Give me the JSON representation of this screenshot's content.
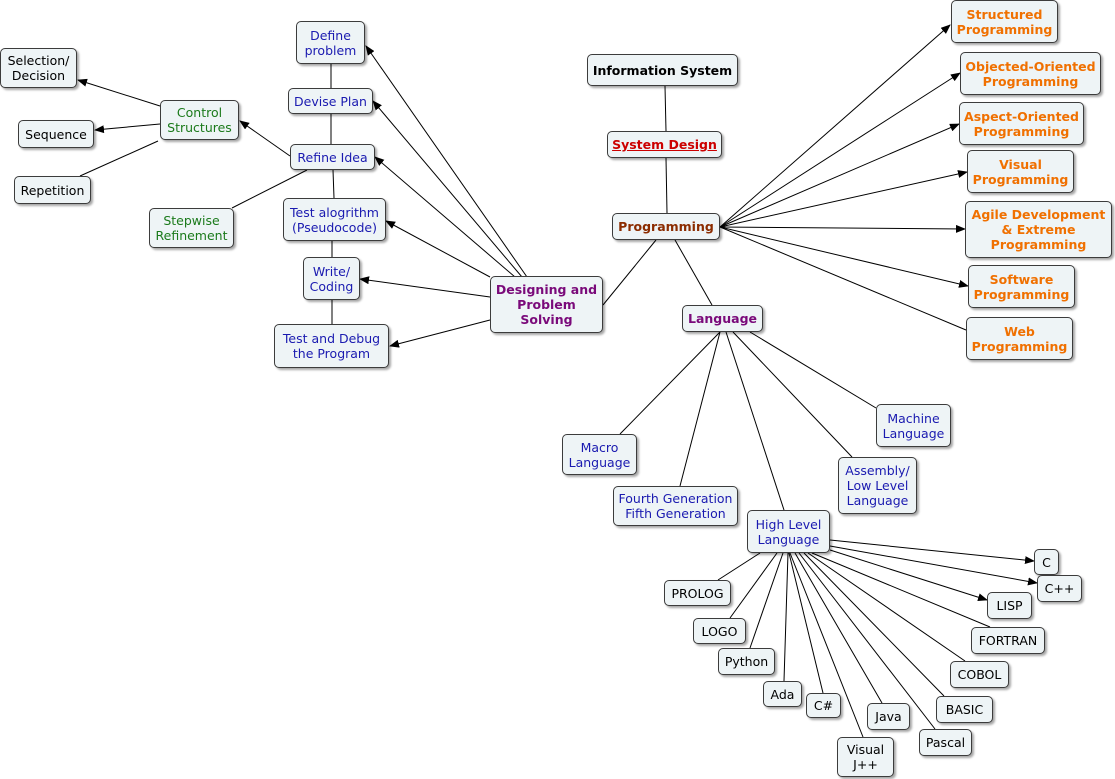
{
  "colors": {
    "node_fill": "#eef4f6",
    "border": "#3c3c3c",
    "orange": "#f07000",
    "blue": "#1a1ab0",
    "green": "#1b7a1b",
    "purple": "#7a0a7a",
    "brown": "#8b2c00",
    "red": "#cc0000"
  },
  "nodes": {
    "information_system": "Information System",
    "system_design": "System Design",
    "programming": "Programming",
    "structured_programming": "Structured\nProgramming",
    "object_oriented_programming": "Objected-Oriented\nProgramming",
    "aspect_oriented_programming": "Aspect-Oriented\nProgramming",
    "visual_programming": "Visual\nProgramming",
    "agile_development": "Agile Development\n& Extreme\nProgramming",
    "software_programming": "Software\nProgramming",
    "web_programming": "Web\nProgramming",
    "designing_problem_solving": "Designing and\nProblem\nSolving",
    "define_problem": "Define\nproblem",
    "devise_plan": "Devise Plan",
    "refine_idea": "Refine Idea",
    "test_algorithm": "Test alogrithm\n(Pseudocode)",
    "write_coding": "Write/\nCoding",
    "test_debug": "Test and Debug\nthe Program",
    "control_structures": "Control\nStructures",
    "selection_decision": "Selection/\nDecision",
    "sequence": "Sequence",
    "repetition": "Repetition",
    "stepwise_refinement": "Stepwise\nRefinement",
    "language": "Language",
    "macro_language": "Macro\nLanguage",
    "fourth_fifth_generation": "Fourth Generation\nFifth Generation",
    "high_level_language": "High Level\nLanguage",
    "assembly_language": "Assembly/\nLow Level\nLanguage",
    "machine_language": "Machine\nLanguage",
    "lang_c": "C",
    "lang_cpp": "C++",
    "lang_lisp": "LISP",
    "lang_fortran": "FORTRAN",
    "lang_cobol": "COBOL",
    "lang_basic": "BASIC",
    "lang_pascal": "Pascal",
    "lang_java": "Java",
    "lang_visual_jpp": "Visual\nJ++",
    "lang_csharp": "C#",
    "lang_ada": "Ada",
    "lang_python": "Python",
    "lang_logo": "LOGO",
    "lang_prolog": "PROLOG"
  }
}
